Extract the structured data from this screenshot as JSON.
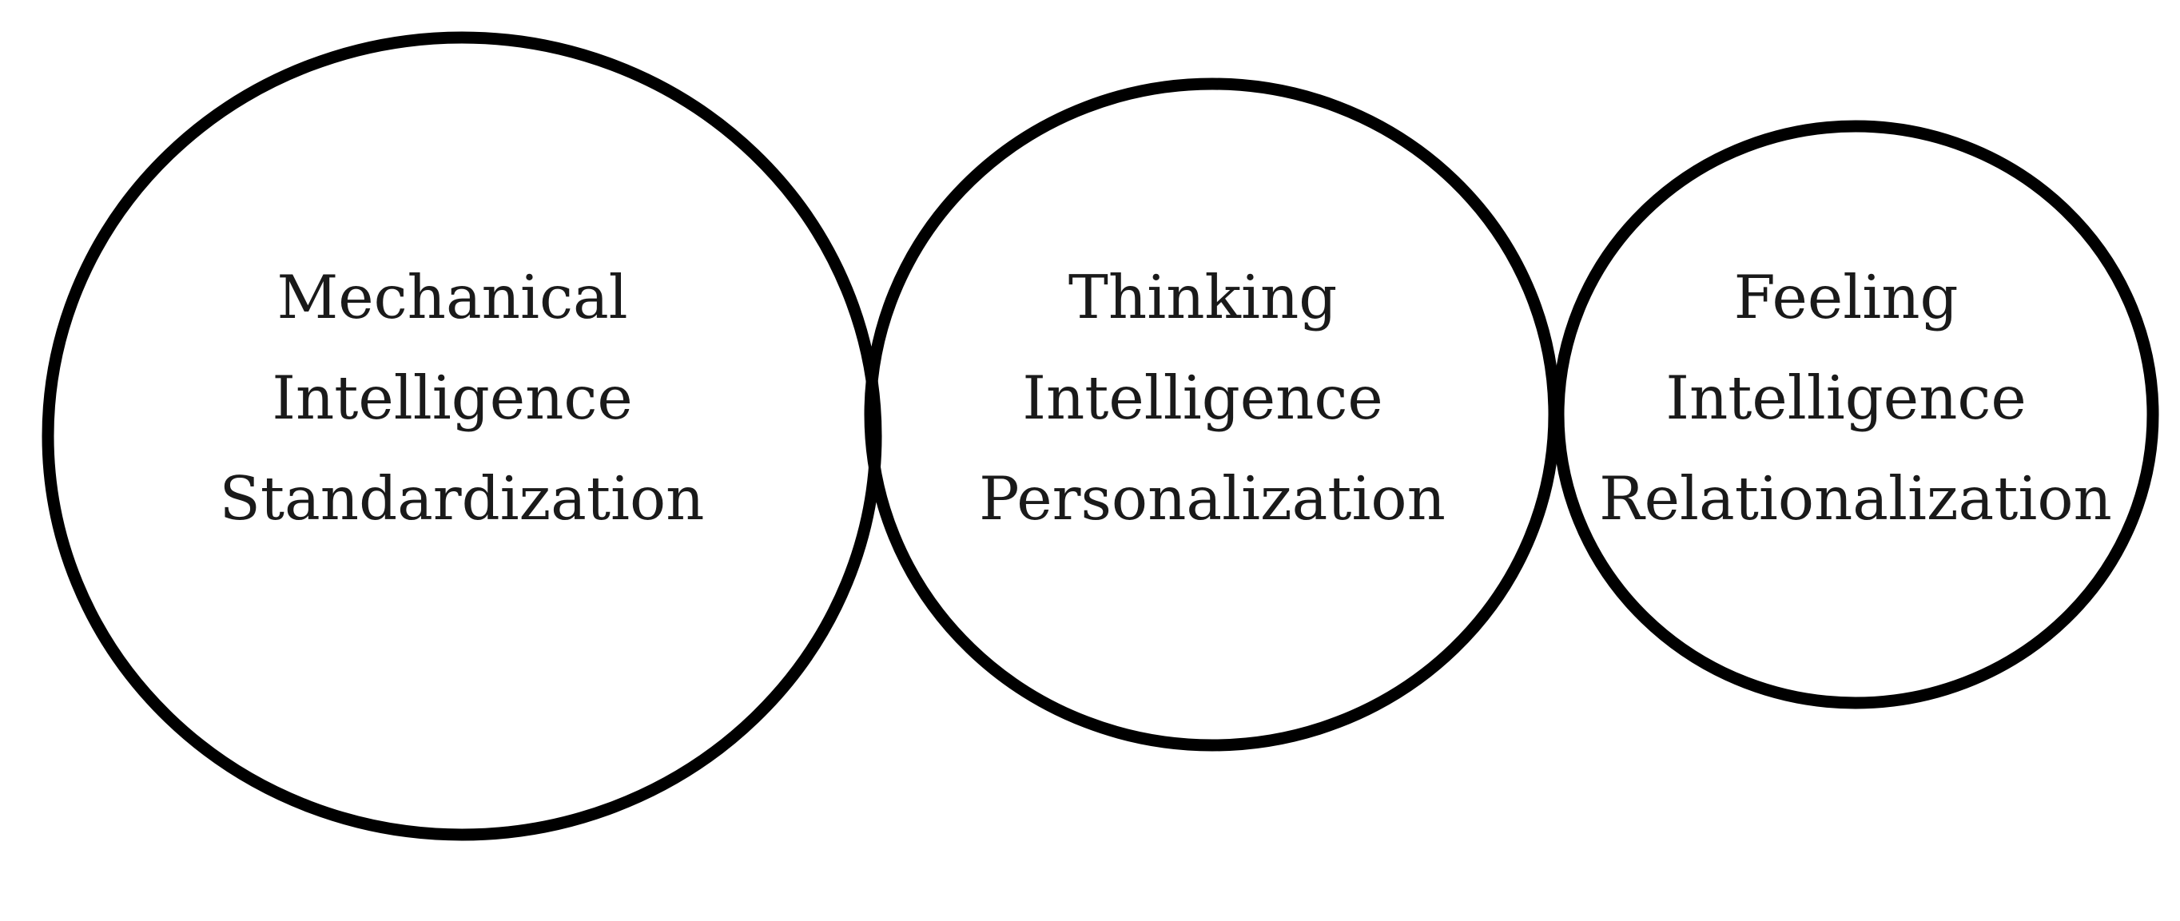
{
  "colors": {
    "stroke": "#000000",
    "text": "#1a1a1a",
    "background": "#ffffff"
  },
  "circles": [
    {
      "id": "mechanical",
      "lines": [
        "Mechanical",
        "Intelligence",
        "Standardization"
      ]
    },
    {
      "id": "thinking",
      "lines": [
        "Thinking",
        "Intelligence",
        "Personalization"
      ]
    },
    {
      "id": "feeling",
      "lines": [
        "Feeling",
        "Intelligence",
        "Relationalization"
      ]
    }
  ]
}
